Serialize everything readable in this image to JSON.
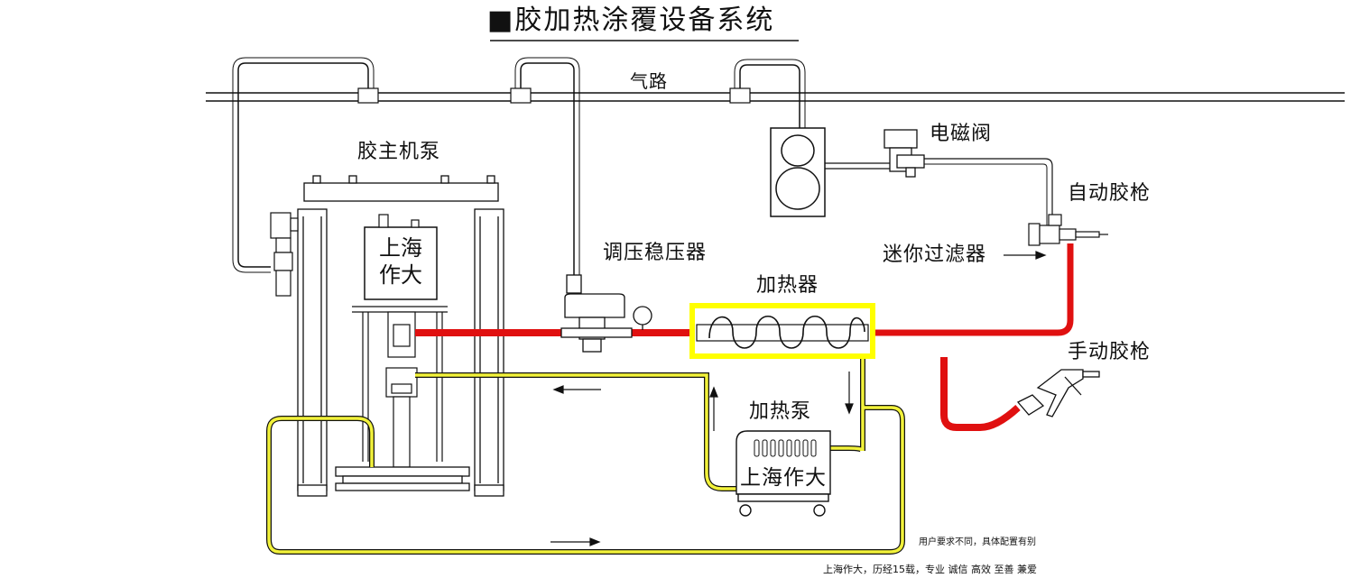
{
  "title": "■胶加热涂覆设备系统",
  "labels": {
    "air_line": "气路",
    "main_pump": "胶主机泵",
    "solenoid_valve": "电磁阀",
    "auto_gun": "自动胶枪",
    "regulator": "调压稳压器",
    "mini_filter": "迷你过滤器",
    "heater": "加热器",
    "manual_gun": "手动胶枪",
    "heating_pump": "加热泵"
  },
  "brand": {
    "main_pump_line1": "上海",
    "main_pump_line2": "作大",
    "heating_pump": "上海作大"
  },
  "notes": {
    "user_note": "用户要求不同，具体配置有别",
    "slogan": "上海作大，历经15载，专业 诚信 高效 至善 兼爱"
  },
  "colors": {
    "glue_line": "#e01010",
    "heat_loop": "#f2f23a",
    "heater_frame": "#ffff00",
    "line": "#111111"
  }
}
